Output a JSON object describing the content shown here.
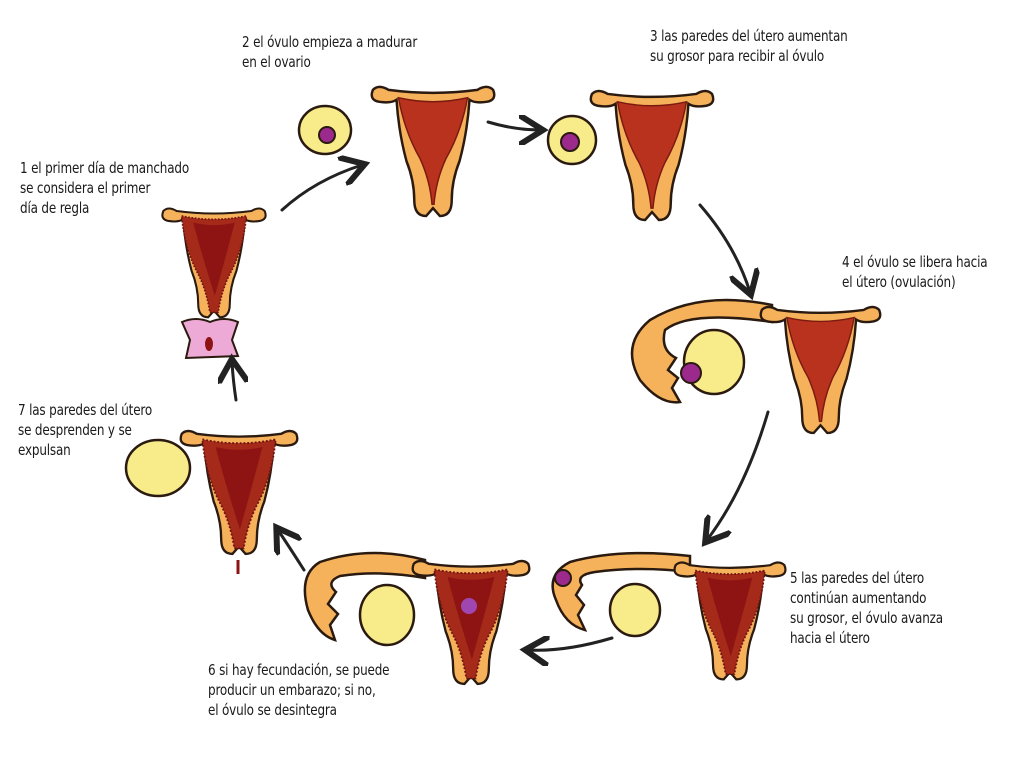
{
  "title": "Ciclo menstrual",
  "colors": {
    "tissue": "#f6b25a",
    "outline": "#2a1a10",
    "lining": "#b8321e",
    "lining_dark": "#8e1414",
    "ovary": "#f7eb8a",
    "egg": "#9b2a8c",
    "vagina": "#eeaad6",
    "arrow": "#222222"
  },
  "steps": [
    {
      "number": "1",
      "text": "1 el primer día de manchado\nse considera el primer\ndía de regla"
    },
    {
      "number": "2",
      "text": "2 el óvulo empieza a madurar\nen el ovario"
    },
    {
      "number": "3",
      "text": "3 las paredes del útero aumentan\nsu grosor para recibir al óvulo"
    },
    {
      "number": "4",
      "text": "4 el óvulo se libera hacia\nel útero (ovulación)"
    },
    {
      "number": "5",
      "text": "5 las paredes del útero\ncontinúan aumentando\nsu grosor, el óvulo avanza\nhacia el útero"
    },
    {
      "number": "6",
      "text": "6 si hay fecundación, se puede\nproducir un embarazo; si no,\nel óvulo se desintegra"
    },
    {
      "number": "7",
      "text": "7 las paredes del útero\nse desprenden y se\nexpulsan"
    }
  ]
}
